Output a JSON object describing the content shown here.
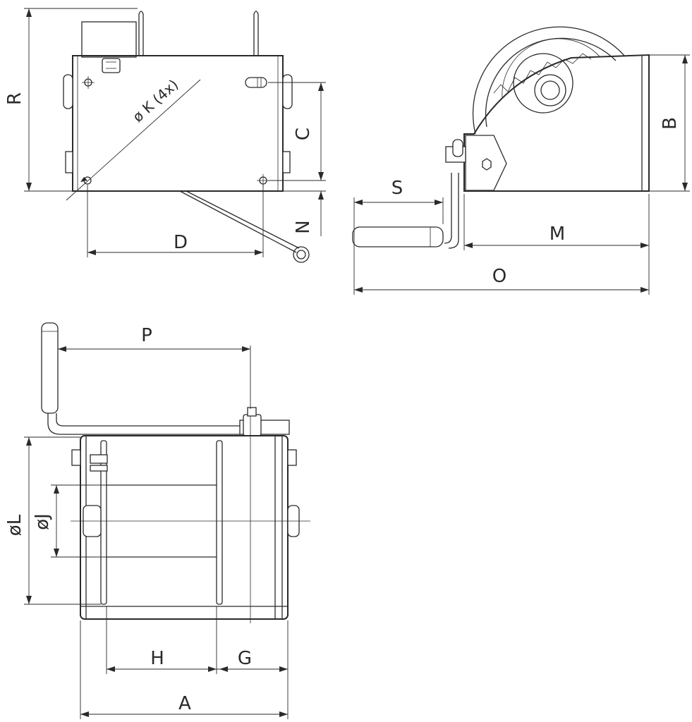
{
  "labels": {
    "R": "R",
    "C": "C",
    "N": "N",
    "D": "D",
    "K": "ø K (4x)",
    "B": "B",
    "S": "S",
    "M": "M",
    "O": "O",
    "P": "P",
    "L": "øL",
    "J": "øJ",
    "H": "H",
    "G": "G",
    "A": "A"
  },
  "colors": {
    "line": "#2a2a2a",
    "background": "#ffffff"
  }
}
